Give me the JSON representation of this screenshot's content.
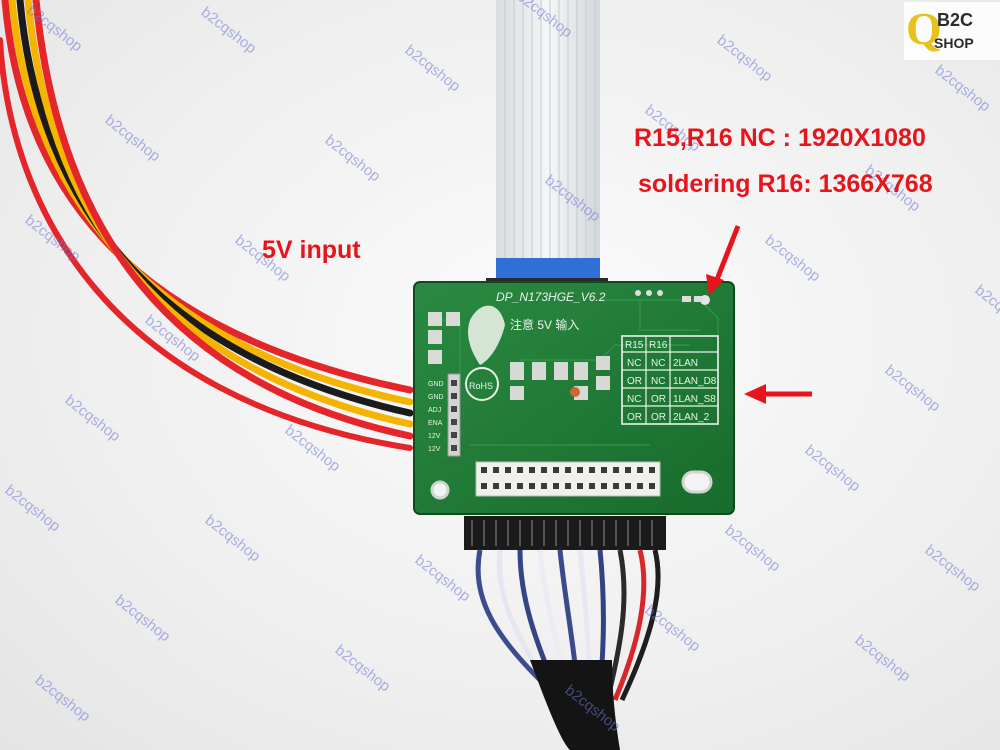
{
  "annotations": {
    "input_label": "5V input",
    "resolution_line_1": "R15,R16 NC : 1920X1080",
    "resolution_line_2": "soldering R16: 1366X768"
  },
  "board": {
    "model": "DP_N173HGE_V6.2",
    "chinese_note": "注意 5V 输入",
    "rohs": "RoHS",
    "pins_left": [
      "GND",
      "GND",
      "ADJ",
      "ENA",
      "12V",
      "12V"
    ],
    "table": {
      "headers": [
        "R15",
        "R16",
        ""
      ],
      "rows": [
        [
          "NC",
          "NC",
          "2LAN"
        ],
        [
          "OR",
          "NC",
          "1LAN_D8"
        ],
        [
          "NC",
          "OR",
          "1LAN_S8"
        ],
        [
          "OR",
          "OR",
          "2LAN_2"
        ]
      ]
    }
  },
  "watermark": {
    "text": "b2cqshop",
    "color": "#6d77d8"
  },
  "logo": {
    "letter": "Q",
    "top": "B2C",
    "bottom": "SHOP"
  },
  "colors": {
    "annotation": "#e8141b",
    "pcb": "#1f7a35",
    "ribbon": "#e9ecee",
    "wire_red": "#e4252a",
    "wire_yellow": "#f4b400",
    "wire_black": "#1b1b1b"
  }
}
